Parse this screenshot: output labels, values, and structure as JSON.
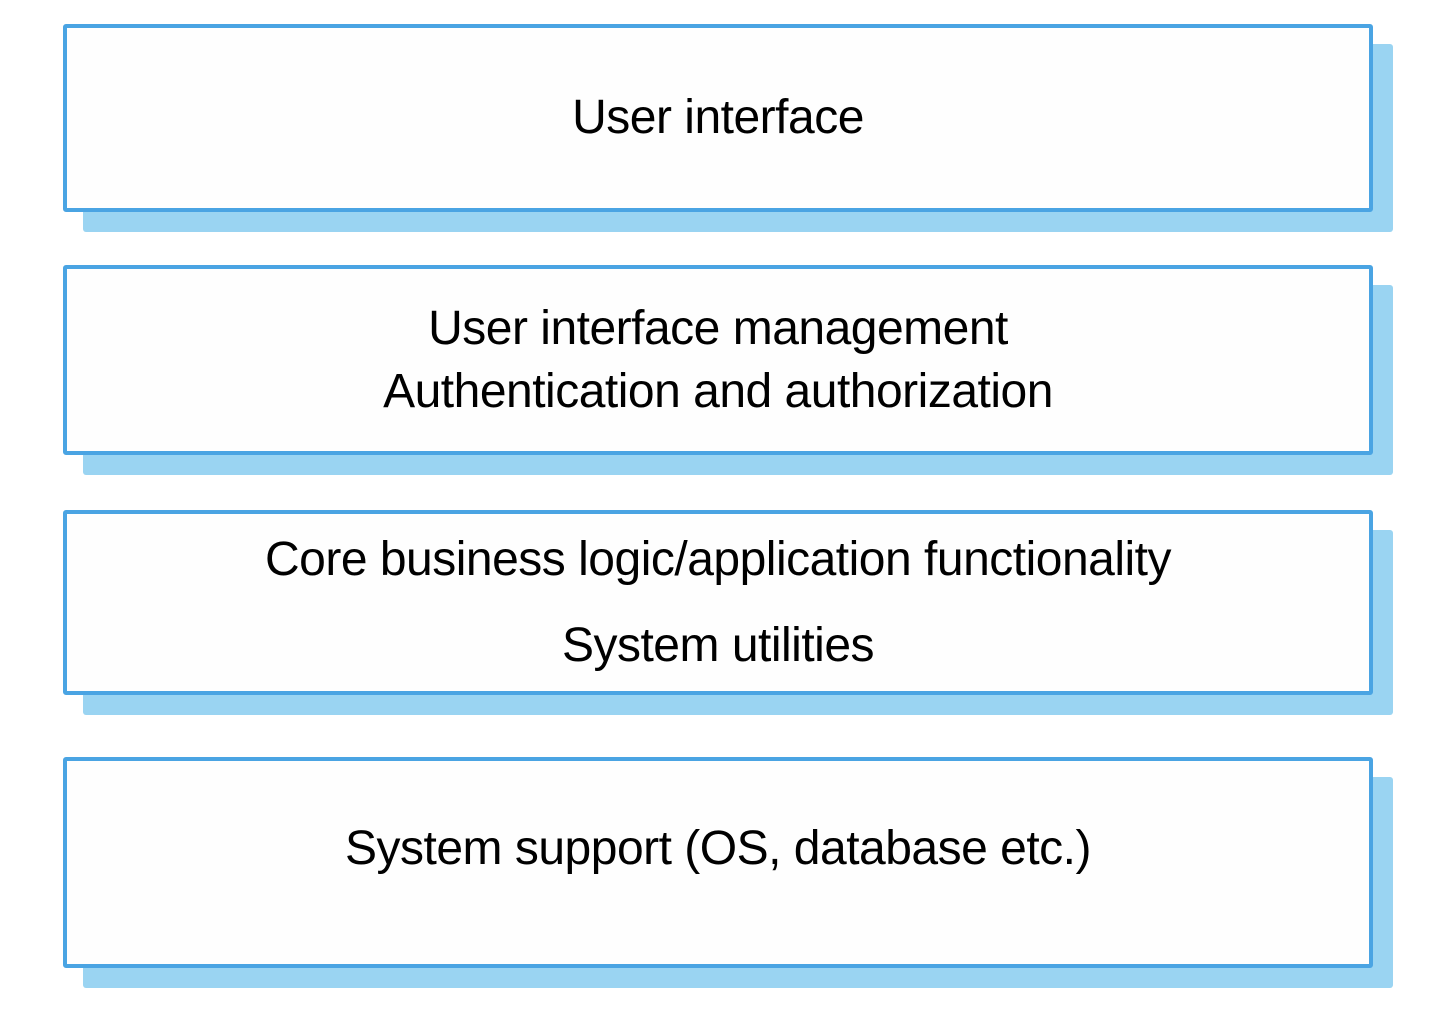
{
  "diagram": {
    "description": "Layered architecture diagram with four stacked layers",
    "colors": {
      "border": "#4aa4e3",
      "shadow": "#9ad4f2",
      "box_fill": "#fefefe",
      "text": "#000000",
      "page_bg": "#ffffff"
    },
    "layers": [
      {
        "name": "user-interface",
        "lines": [
          "User interface"
        ]
      },
      {
        "name": "ui-management-auth",
        "lines": [
          "User interface management",
          "Authentication and authorization"
        ]
      },
      {
        "name": "core-business-logic",
        "lines": [
          "Core business logic/application functionality",
          "System utilities"
        ]
      },
      {
        "name": "system-support",
        "lines": [
          "System support (OS, database etc.)"
        ]
      }
    ]
  }
}
